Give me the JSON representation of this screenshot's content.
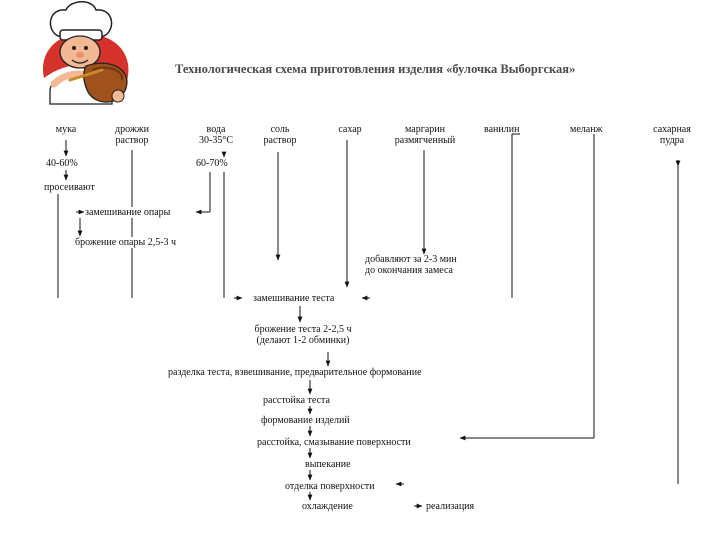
{
  "title": "Технологическая схема приготовления изделия «булочка Выборгская»",
  "ingredients": {
    "flour": "мука",
    "yeast": [
      "дрожжи",
      "раствор"
    ],
    "water": [
      "вода",
      "30-35°С"
    ],
    "salt": [
      "соль",
      "раствор"
    ],
    "sugar": "сахар",
    "margarine": [
      "маргарин",
      "размягченный"
    ],
    "vanillin": "ванилин",
    "melange": "меланж",
    "powdered_sugar": [
      "сахарная",
      "пудра"
    ]
  },
  "ratios": {
    "flour": "40-60%",
    "water": "60-70%"
  },
  "steps": {
    "sift": "просеивают",
    "knead_sponge": "замешивание опары",
    "ferment_sponge": "брожение опары 2,5-3 ч",
    "add_time": [
      "добавляют за 2-3 мин",
      "до окончания замеса"
    ],
    "knead_dough": "замешивание теста",
    "ferment_dough": [
      "брожение теста 2-2,5 ч",
      "(делают 1-2 обминки)"
    ],
    "dividing": "разделка теста, взвешивание, предварительное формование",
    "proofing": "расстойка теста",
    "forming": "формование изделий",
    "proofing_surface": "расстойка, смазывание поверхности",
    "baking": "выпекание",
    "finishing": "отделка поверхности",
    "cooling": "охлаждение",
    "sale": "реализация"
  },
  "colors": {
    "line": "#111111",
    "title": "#4a4a4a",
    "hat": "#ffffff",
    "skin": "#f3b994",
    "bowl": "#a0521d",
    "red": "#d4322a"
  },
  "icons": {
    "logo": "chef-icon"
  }
}
